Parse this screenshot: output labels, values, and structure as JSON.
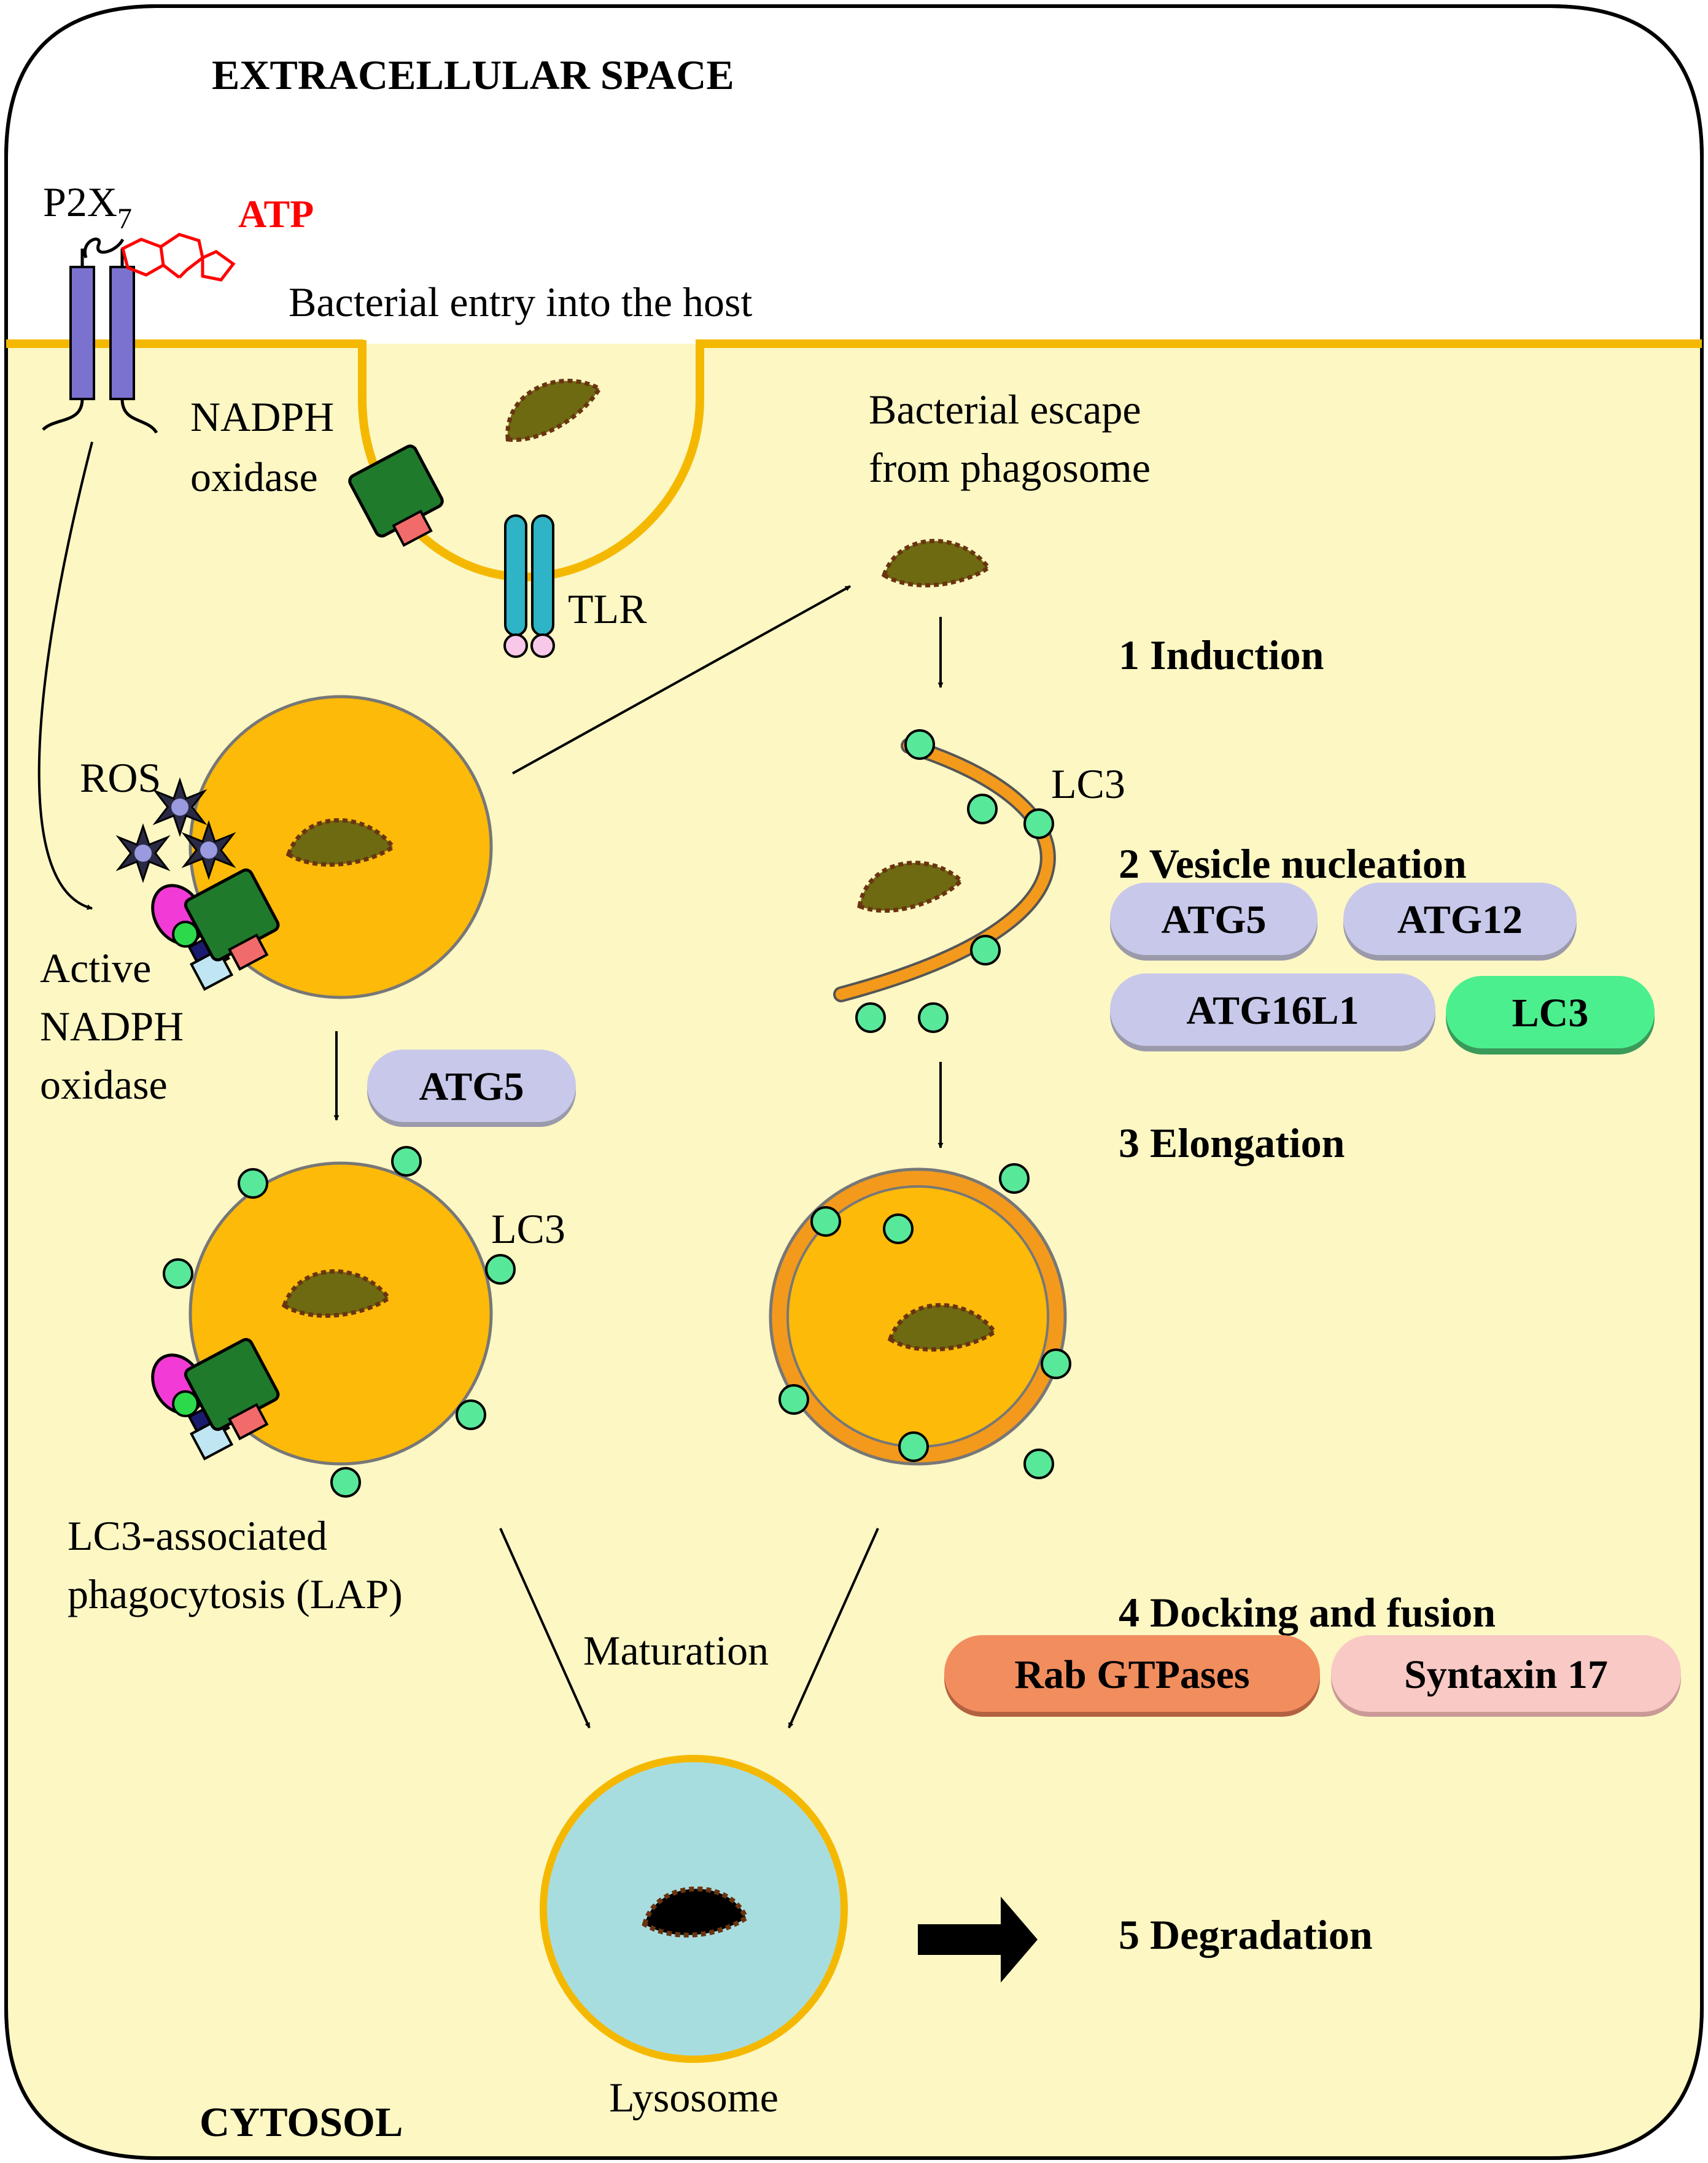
{
  "labels": {
    "extracellular": "EXTRACELLULAR SPACE",
    "cytosol": "CYTOSOL",
    "p2x7_main": "P2X",
    "p2x7_sub": "7",
    "atp": "ATP",
    "bacterial_entry": "Bacterial entry into the host",
    "nadph_line1": "NADPH",
    "nadph_line2": "oxidase",
    "tlr": "TLR",
    "escape_line1": "Bacterial escape",
    "escape_line2": "from phagosome",
    "ros": "ROS",
    "active_line1": "Active",
    "active_line2": "NADPH",
    "active_line3": "oxidase",
    "lc3_top": "LC3",
    "lc3_lap": "LC3",
    "lap_line1": "LC3-associated",
    "lap_line2": "phagocytosis (LAP)",
    "maturation": "Maturation",
    "lysosome": "Lysosome"
  },
  "steps": {
    "s1": "1 Induction",
    "s2": "2 Vesicle nucleation",
    "s3": "3 Elongation",
    "s4": "4 Docking and fusion",
    "s5": "5 Degradation"
  },
  "pills": {
    "atg5_lap": "ATG5",
    "atg5": "ATG5",
    "atg12": "ATG12",
    "atg16l1": "ATG16L1",
    "lc3": "LC3",
    "rab": "Rab GTPases",
    "syntaxin": "Syntaxin 17"
  },
  "colors": {
    "cytosol_fill": "#fcf7c3",
    "membrane": "#f5b800",
    "phagosome": "#fdba08",
    "lysosome": "#a8dde0",
    "lc3_dot": "#58e89a",
    "atg_pill": "#c8c8ea",
    "lc3_pill": "#4cef8e",
    "rab_pill": "#f28d5e",
    "syntaxin_pill": "#f9c9c5",
    "bacterium": "#6e6a12",
    "bacterium_edge": "#6a3410",
    "nadph_green": "#1f7a2c",
    "nadph_red": "#f26b6b",
    "tlr": "#2fb3c6",
    "p2x7": "#7b72cf",
    "atp": "#ff0000",
    "escape_membrane": "#f39a1c"
  }
}
